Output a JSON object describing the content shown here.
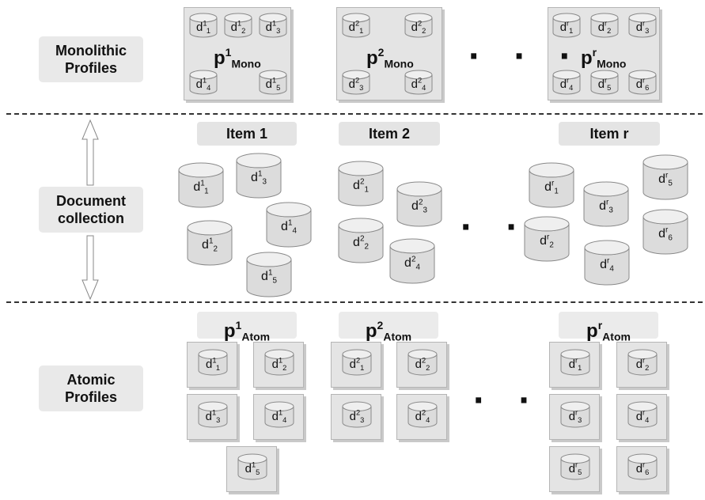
{
  "row_labels": {
    "monolithic": [
      "Monolithic",
      "Profiles"
    ],
    "document": [
      "Document",
      "collection"
    ],
    "atomic": [
      "Atomic",
      "Profiles"
    ]
  },
  "monolithic_profiles": [
    {
      "p": "p",
      "sup": "1",
      "sub": "Mono",
      "docs": [
        [
          "d",
          "1",
          "1"
        ],
        [
          "d",
          "1",
          "2"
        ],
        [
          "d",
          "1",
          "3"
        ],
        [
          "d",
          "1",
          "4"
        ],
        [
          "d",
          "1",
          "5"
        ]
      ]
    },
    {
      "p": "p",
      "sup": "2",
      "sub": "Mono",
      "docs": [
        [
          "d",
          "2",
          "1"
        ],
        [
          "d",
          "2",
          "2"
        ],
        [
          "d",
          "2",
          "3"
        ],
        [
          "d",
          "2",
          "4"
        ]
      ]
    },
    {
      "p": "p",
      "sup": "r",
      "sub": "Mono",
      "docs": [
        [
          "d",
          "r",
          "1"
        ],
        [
          "d",
          "r",
          "2"
        ],
        [
          "d",
          "r",
          "3"
        ],
        [
          "d",
          "r",
          "4"
        ],
        [
          "d",
          "r",
          "5"
        ],
        [
          "d",
          "r",
          "6"
        ]
      ]
    }
  ],
  "items": [
    "Item 1",
    "Item 2",
    "Item r"
  ],
  "collection_docs": [
    [
      [
        "d",
        "1",
        "1"
      ],
      [
        "d",
        "1",
        "3"
      ],
      [
        "d",
        "1",
        "4"
      ],
      [
        "d",
        "1",
        "2"
      ],
      [
        "d",
        "1",
        "5"
      ]
    ],
    [
      [
        "d",
        "2",
        "1"
      ],
      [
        "d",
        "2",
        "3"
      ],
      [
        "d",
        "2",
        "2"
      ],
      [
        "d",
        "2",
        "4"
      ]
    ],
    [
      [
        "d",
        "r",
        "1"
      ],
      [
        "d",
        "r",
        "5"
      ],
      [
        "d",
        "r",
        "3"
      ],
      [
        "d",
        "r",
        "2"
      ],
      [
        "d",
        "r",
        "6"
      ],
      [
        "d",
        "r",
        "4"
      ]
    ]
  ],
  "atomic_profiles": [
    {
      "p": "p",
      "sup": "1",
      "sub": "Atom",
      "docs": [
        [
          "d",
          "1",
          "1"
        ],
        [
          "d",
          "1",
          "2"
        ],
        [
          "d",
          "1",
          "3"
        ],
        [
          "d",
          "1",
          "4"
        ],
        [
          "d",
          "1",
          "5"
        ]
      ]
    },
    {
      "p": "p",
      "sup": "2",
      "sub": "Atom",
      "docs": [
        [
          "d",
          "2",
          "1"
        ],
        [
          "d",
          "2",
          "2"
        ],
        [
          "d",
          "2",
          "3"
        ],
        [
          "d",
          "2",
          "4"
        ]
      ]
    },
    {
      "p": "p",
      "sup": "r",
      "sub": "Atom",
      "docs": [
        [
          "d",
          "r",
          "1"
        ],
        [
          "d",
          "r",
          "2"
        ],
        [
          "d",
          "r",
          "3"
        ],
        [
          "d",
          "r",
          "4"
        ],
        [
          "d",
          "r",
          "5"
        ],
        [
          "d",
          "r",
          "6"
        ]
      ]
    }
  ],
  "ellipsis": "· · ·"
}
